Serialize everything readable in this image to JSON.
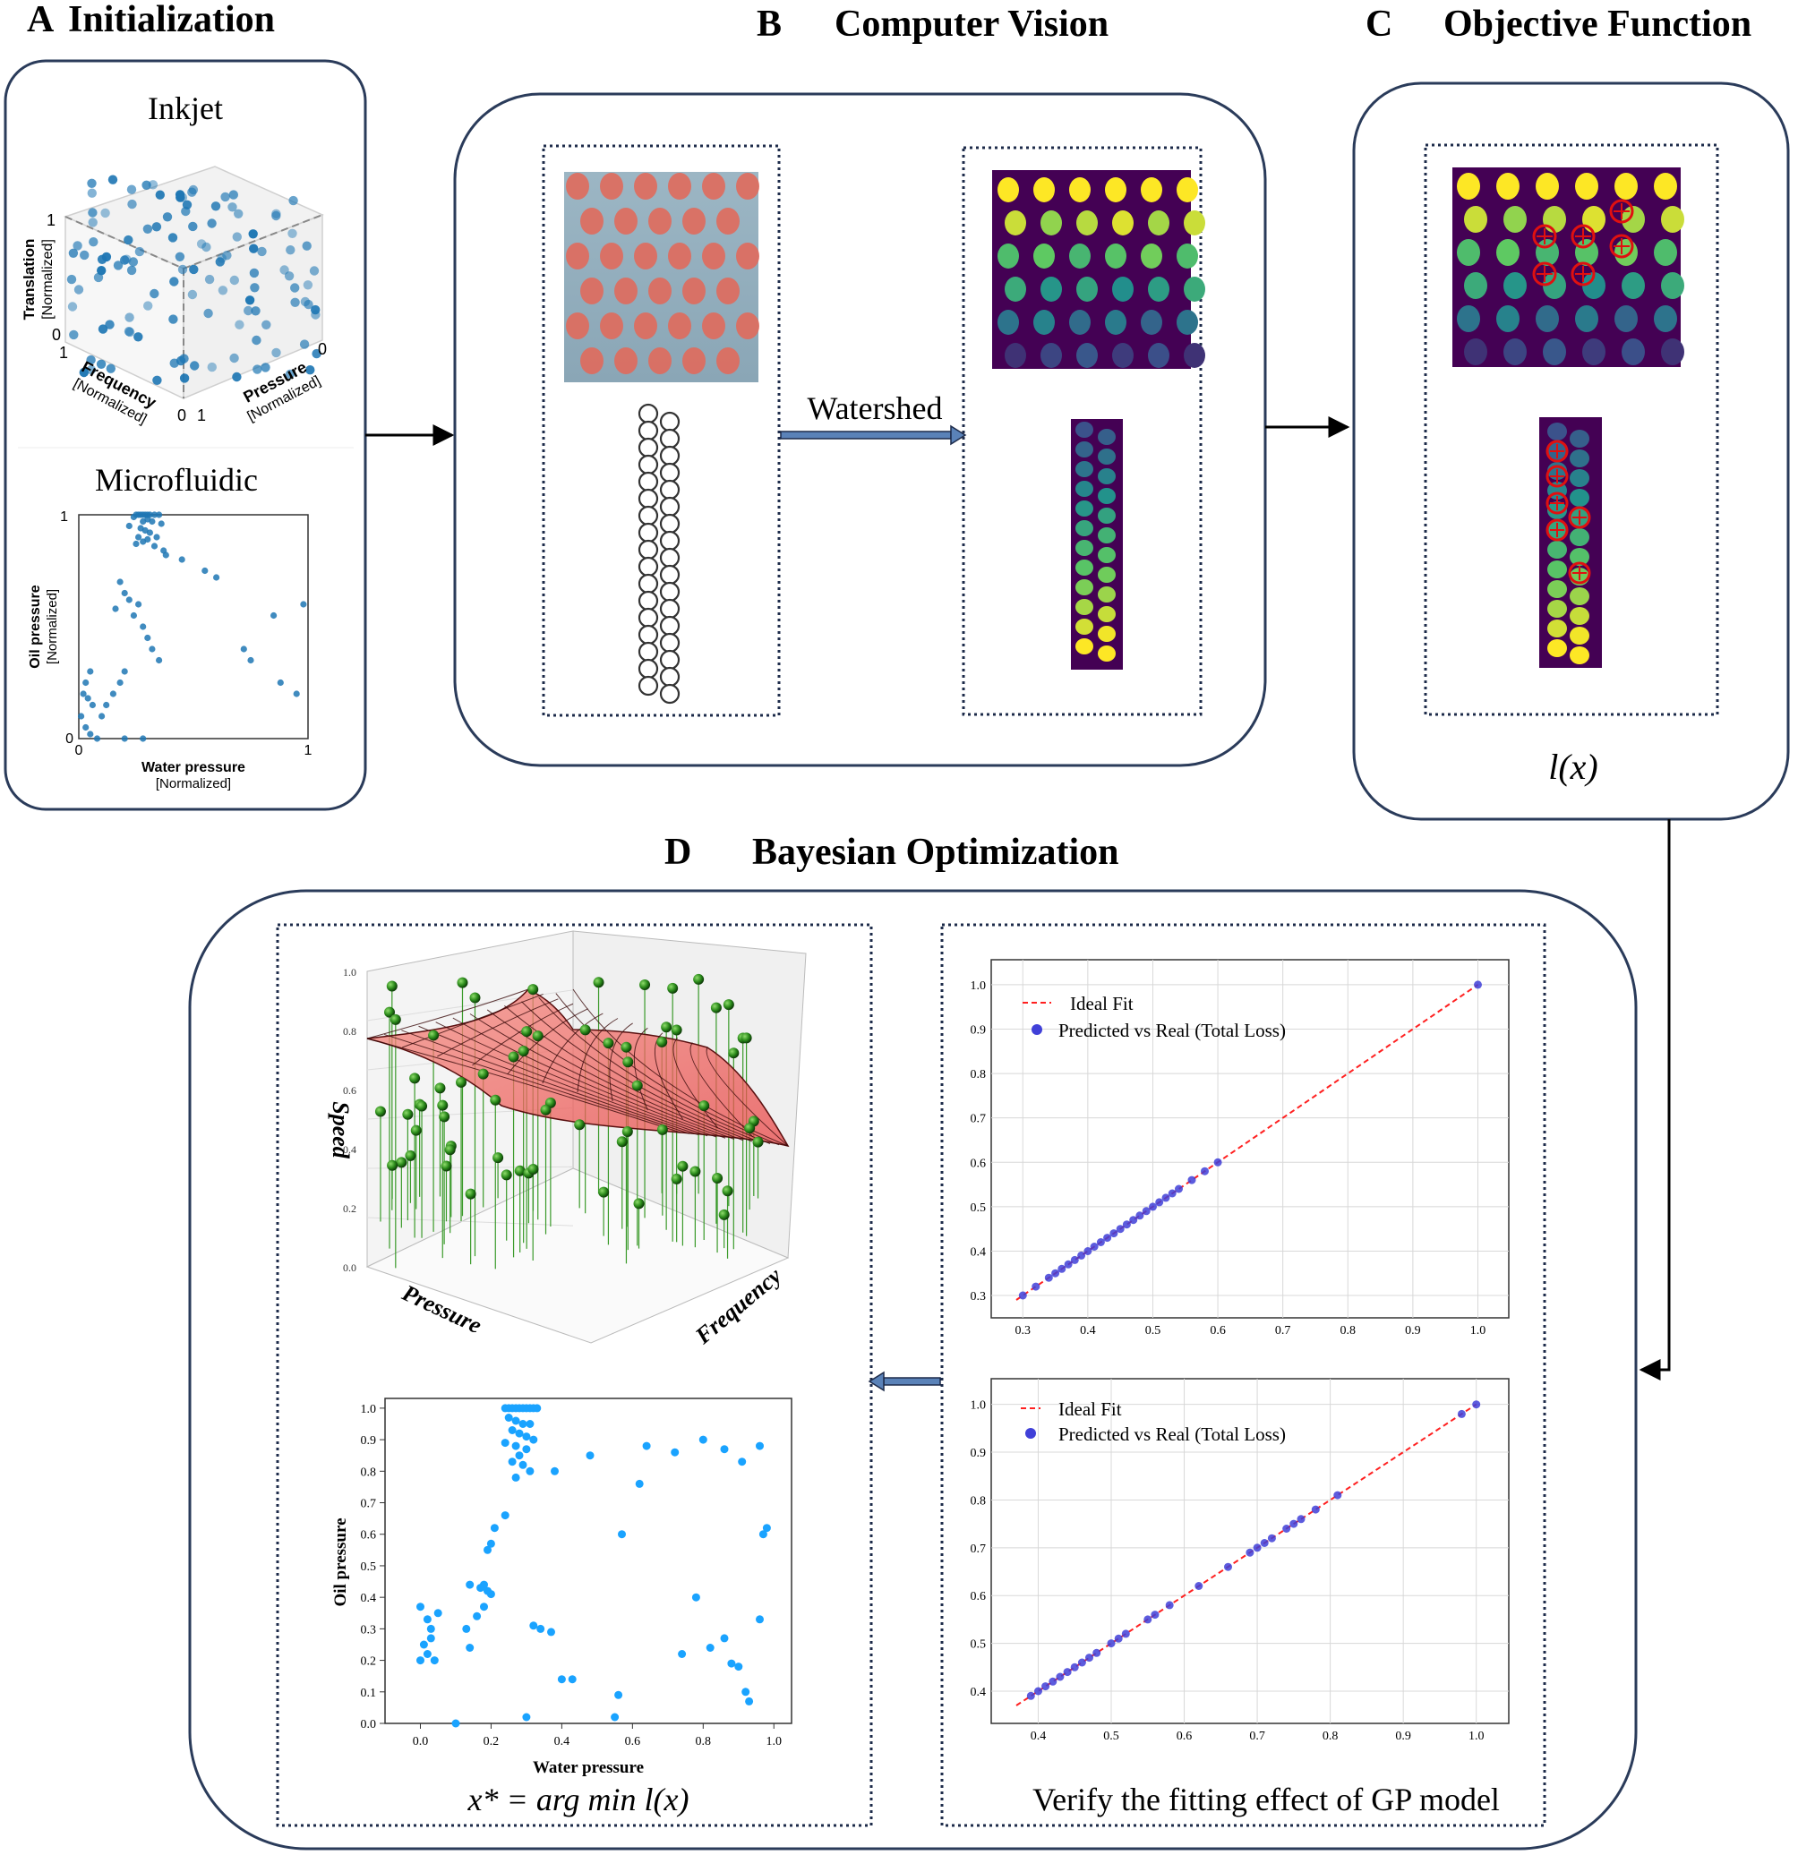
{
  "panels": {
    "A": {
      "letter": "A",
      "title": "Initialization",
      "inkjet": {
        "label": "Inkjet",
        "axes": {
          "translation": "Translation",
          "frequency": "Frequency",
          "pressure": "Pressure",
          "unit": "[Normalized]"
        },
        "ticks": {
          "t1": "1",
          "t0": "0",
          "f1": "1",
          "f0": "0",
          "p0": "0",
          "p1": "1"
        }
      },
      "microfluidic": {
        "label": "Microfluidic",
        "xlabel": "Water pressure",
        "ylabel": "Oil pressure",
        "unit": "[Normalized]",
        "ticks": {
          "x0": "0",
          "x1": "1",
          "y0": "0",
          "y1": "1"
        }
      }
    },
    "B": {
      "letter": "B",
      "title": "Computer Vision",
      "arrow_label": "Watershed"
    },
    "C": {
      "letter": "C",
      "title": "Objective Function",
      "formula": "l(x)"
    },
    "D": {
      "letter": "D",
      "title": "Bayesian Optimization",
      "surface_plot": {
        "zlabel": "Speed",
        "xlabel": "Pressure",
        "ylabel": "Frequency",
        "zticks": [
          "0.0",
          "0.2",
          "0.4",
          "0.6",
          "0.8",
          "1.0"
        ]
      },
      "argmin_formula": "x* = arg min l(x)",
      "fit_caption": "Verify the fitting effect of GP model"
    }
  },
  "chart_data": [
    {
      "type": "scatter",
      "id": "microfluidic_initial",
      "xlabel": "Water pressure",
      "ylabel": "Oil pressure",
      "xlim": [
        0,
        1
      ],
      "ylim": [
        0,
        1
      ],
      "x": [
        0.27,
        0.28,
        0.29,
        0.3,
        0.31,
        0.25,
        0.26,
        0.33,
        0.35,
        0.24,
        0.3,
        0.28,
        0.32,
        0.36,
        0.22,
        0.27,
        0.29,
        0.31,
        0.34,
        0.26,
        0.3,
        0.28,
        0.25,
        0.33,
        0.37,
        0.38,
        0.45,
        0.55,
        0.6,
        0.18,
        0.2,
        0.22,
        0.16,
        0.24,
        0.28,
        0.3,
        0.32,
        0.35,
        0.2,
        0.18,
        0.15,
        0.12,
        0.1,
        0.05,
        0.03,
        0.02,
        0.04,
        0.06,
        0.01,
        0.03,
        0.05,
        0.08,
        0.72,
        0.75,
        0.88,
        0.95,
        0.98,
        0.85,
        0.28,
        0.2,
        0.26
      ],
      "y": [
        1.0,
        1.0,
        1.0,
        1.0,
        1.0,
        1.0,
        1.0,
        1.0,
        1.0,
        0.99,
        0.98,
        0.97,
        0.97,
        0.96,
        0.95,
        0.94,
        0.93,
        0.92,
        0.9,
        0.9,
        0.89,
        0.88,
        0.87,
        0.86,
        0.84,
        0.82,
        0.8,
        0.75,
        0.72,
        0.7,
        0.65,
        0.62,
        0.58,
        0.55,
        0.5,
        0.45,
        0.4,
        0.35,
        0.3,
        0.25,
        0.2,
        0.15,
        0.1,
        0.3,
        0.25,
        0.2,
        0.18,
        0.15,
        0.1,
        0.05,
        0.02,
        0.0,
        0.4,
        0.35,
        0.25,
        0.2,
        0.6,
        0.55,
        0.0,
        0.0,
        0.6
      ]
    },
    {
      "type": "scatter",
      "id": "microfluidic_optimized",
      "xlabel": "Water pressure",
      "ylabel": "Oil pressure",
      "xlim": [
        -0.1,
        1.05
      ],
      "ylim": [
        0,
        1.0
      ],
      "xticks": [
        "0.0",
        "0.2",
        "0.4",
        "0.6",
        "0.8",
        "1.0"
      ],
      "yticks": [
        "0.0",
        "0.1",
        "0.2",
        "0.3",
        "0.4",
        "0.5",
        "0.6",
        "0.7",
        "0.8",
        "0.9",
        "1.0"
      ],
      "x": [
        0.24,
        0.25,
        0.26,
        0.27,
        0.28,
        0.29,
        0.3,
        0.31,
        0.32,
        0.33,
        0.25,
        0.27,
        0.29,
        0.31,
        0.26,
        0.28,
        0.3,
        0.32,
        0.24,
        0.27,
        0.3,
        0.28,
        0.26,
        0.29,
        0.31,
        0.27,
        0.38,
        0.48,
        0.86,
        0.96,
        0.0,
        0.02,
        0.03,
        0.05,
        0.01,
        0.02,
        0.0,
        0.04,
        0.03,
        0.14,
        0.18,
        0.17,
        0.19,
        0.2,
        0.18,
        0.16,
        0.13,
        0.14,
        0.19,
        0.2,
        0.21,
        0.24,
        0.32,
        0.34,
        0.37,
        0.43,
        0.57,
        0.56,
        0.64,
        0.72,
        0.74,
        0.82,
        0.86,
        0.88,
        0.9,
        0.91,
        0.92,
        0.96,
        0.97,
        0.98,
        0.78,
        0.93,
        0.8,
        0.62,
        0.1,
        0.3,
        0.4,
        0.55
      ],
      "y": [
        1.0,
        1.0,
        1.0,
        1.0,
        1.0,
        1.0,
        1.0,
        1.0,
        1.0,
        1.0,
        0.97,
        0.96,
        0.95,
        0.95,
        0.93,
        0.92,
        0.91,
        0.9,
        0.89,
        0.88,
        0.87,
        0.85,
        0.83,
        0.82,
        0.8,
        0.78,
        0.8,
        0.85,
        0.87,
        0.88,
        0.37,
        0.33,
        0.3,
        0.35,
        0.25,
        0.22,
        0.2,
        0.2,
        0.27,
        0.44,
        0.44,
        0.43,
        0.42,
        0.41,
        0.37,
        0.34,
        0.3,
        0.24,
        0.55,
        0.57,
        0.62,
        0.66,
        0.31,
        0.3,
        0.29,
        0.14,
        0.6,
        0.09,
        0.88,
        0.86,
        0.22,
        0.24,
        0.27,
        0.19,
        0.18,
        0.83,
        0.1,
        0.33,
        0.6,
        0.62,
        0.4,
        0.07,
        0.9,
        0.76,
        0.0,
        0.02,
        0.14,
        0.02
      ]
    },
    {
      "type": "scatter",
      "id": "gp_fit_1",
      "legend": [
        "Ideal Fit",
        "Predicted vs Real (Total Loss)"
      ],
      "xlim": [
        0.29,
        1.02
      ],
      "ylim": [
        0.29,
        1.02
      ],
      "xticks": [
        "0.3",
        "0.4",
        "0.5",
        "0.6",
        "0.7",
        "0.8",
        "0.9",
        "1.0"
      ],
      "yticks": [
        "0.3",
        "0.4",
        "0.5",
        "0.6",
        "0.7",
        "0.8",
        "0.9",
        "1.0"
      ],
      "x": [
        0.3,
        0.32,
        0.34,
        0.35,
        0.36,
        0.37,
        0.38,
        0.39,
        0.4,
        0.41,
        0.42,
        0.43,
        0.44,
        0.45,
        0.46,
        0.47,
        0.48,
        0.49,
        0.5,
        0.51,
        0.52,
        0.53,
        0.54,
        0.56,
        0.58,
        0.6,
        1.0
      ],
      "y": [
        0.3,
        0.32,
        0.34,
        0.35,
        0.36,
        0.37,
        0.38,
        0.39,
        0.4,
        0.41,
        0.42,
        0.43,
        0.44,
        0.45,
        0.46,
        0.47,
        0.48,
        0.49,
        0.5,
        0.51,
        0.52,
        0.53,
        0.54,
        0.56,
        0.58,
        0.6,
        1.0
      ]
    },
    {
      "type": "scatter",
      "id": "gp_fit_2",
      "legend": [
        "Ideal Fit",
        "Predicted vs Real (Total Loss)"
      ],
      "xlim": [
        0.37,
        1.02
      ],
      "ylim": [
        0.37,
        1.02
      ],
      "xticks": [
        "0.4",
        "0.5",
        "0.6",
        "0.7",
        "0.8",
        "0.9",
        "1.0"
      ],
      "yticks": [
        "0.4",
        "0.5",
        "0.6",
        "0.7",
        "0.8",
        "0.9",
        "1.0"
      ],
      "x": [
        0.39,
        0.4,
        0.41,
        0.42,
        0.43,
        0.44,
        0.45,
        0.46,
        0.47,
        0.48,
        0.5,
        0.51,
        0.52,
        0.55,
        0.56,
        0.58,
        0.62,
        0.66,
        0.69,
        0.7,
        0.71,
        0.72,
        0.74,
        0.75,
        0.76,
        0.78,
        0.81,
        0.98,
        1.0
      ],
      "y": [
        0.39,
        0.4,
        0.41,
        0.42,
        0.43,
        0.44,
        0.45,
        0.46,
        0.47,
        0.48,
        0.5,
        0.51,
        0.52,
        0.55,
        0.56,
        0.58,
        0.62,
        0.66,
        0.69,
        0.7,
        0.71,
        0.72,
        0.74,
        0.75,
        0.76,
        0.78,
        0.81,
        0.98,
        1.0
      ]
    }
  ],
  "colors": {
    "scatter_blue": "#1f77b4",
    "bright_blue": "#1aa3ff",
    "fit_point": "#4040d8",
    "ideal_fit": "#ff2020",
    "surface": "#f26262",
    "ball": "#2a8a1a",
    "seg_bg": "#440154",
    "arrow_fill": "#5a82b8"
  }
}
